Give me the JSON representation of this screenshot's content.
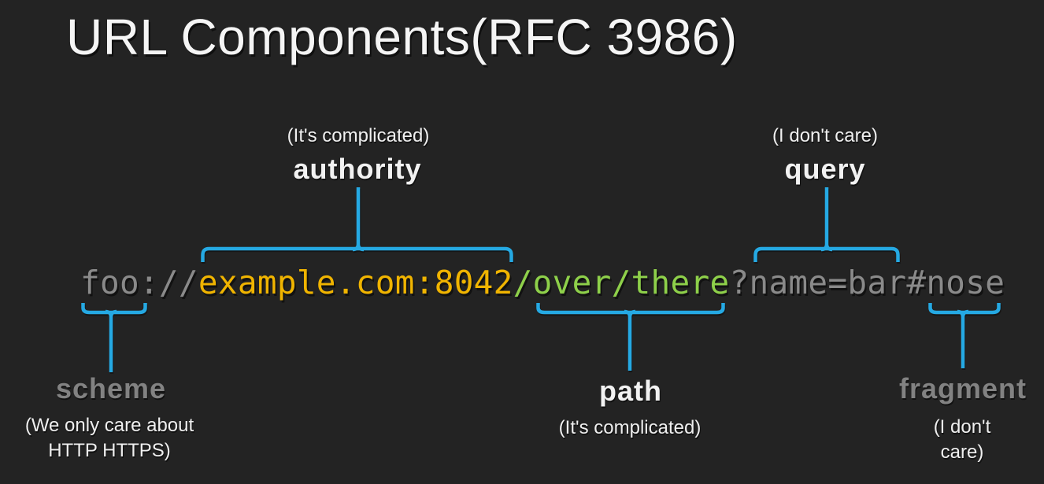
{
  "slide": {
    "title": "URL Components(RFC 3986)"
  },
  "url": {
    "full": "foo://example.com:8042/over/there?name=bar#nose",
    "segments": [
      {
        "name": "scheme",
        "text": "foo://",
        "color": "#8a8a8a"
      },
      {
        "name": "authority",
        "text": "example.com:8042",
        "color": "#f0b400"
      },
      {
        "name": "path",
        "text": "/over/there",
        "color": "#8ed04a"
      },
      {
        "name": "query_fragment",
        "text": "?name=bar#nose",
        "color": "#8a8a8a"
      }
    ]
  },
  "annotations": {
    "authority": {
      "hint": "(It's complicated)",
      "label": "authority"
    },
    "query": {
      "hint": "(I don't care)",
      "label": "query"
    },
    "scheme": {
      "label": "scheme",
      "hint": "(We only care about\nHTTP HTTPS)"
    },
    "path": {
      "label": "path",
      "hint": "(It's complicated)"
    },
    "fragment": {
      "label": "fragment",
      "hint": "(I don't care)"
    }
  },
  "colors": {
    "background": "#232323",
    "title_text": "#f5f5f5",
    "label_white": "#f2f2f2",
    "label_gray": "#828282",
    "url_gray": "#8a8a8a",
    "url_yellow": "#f0b400",
    "url_green": "#8ed04a",
    "brace_cyan": "#25a9e3"
  }
}
